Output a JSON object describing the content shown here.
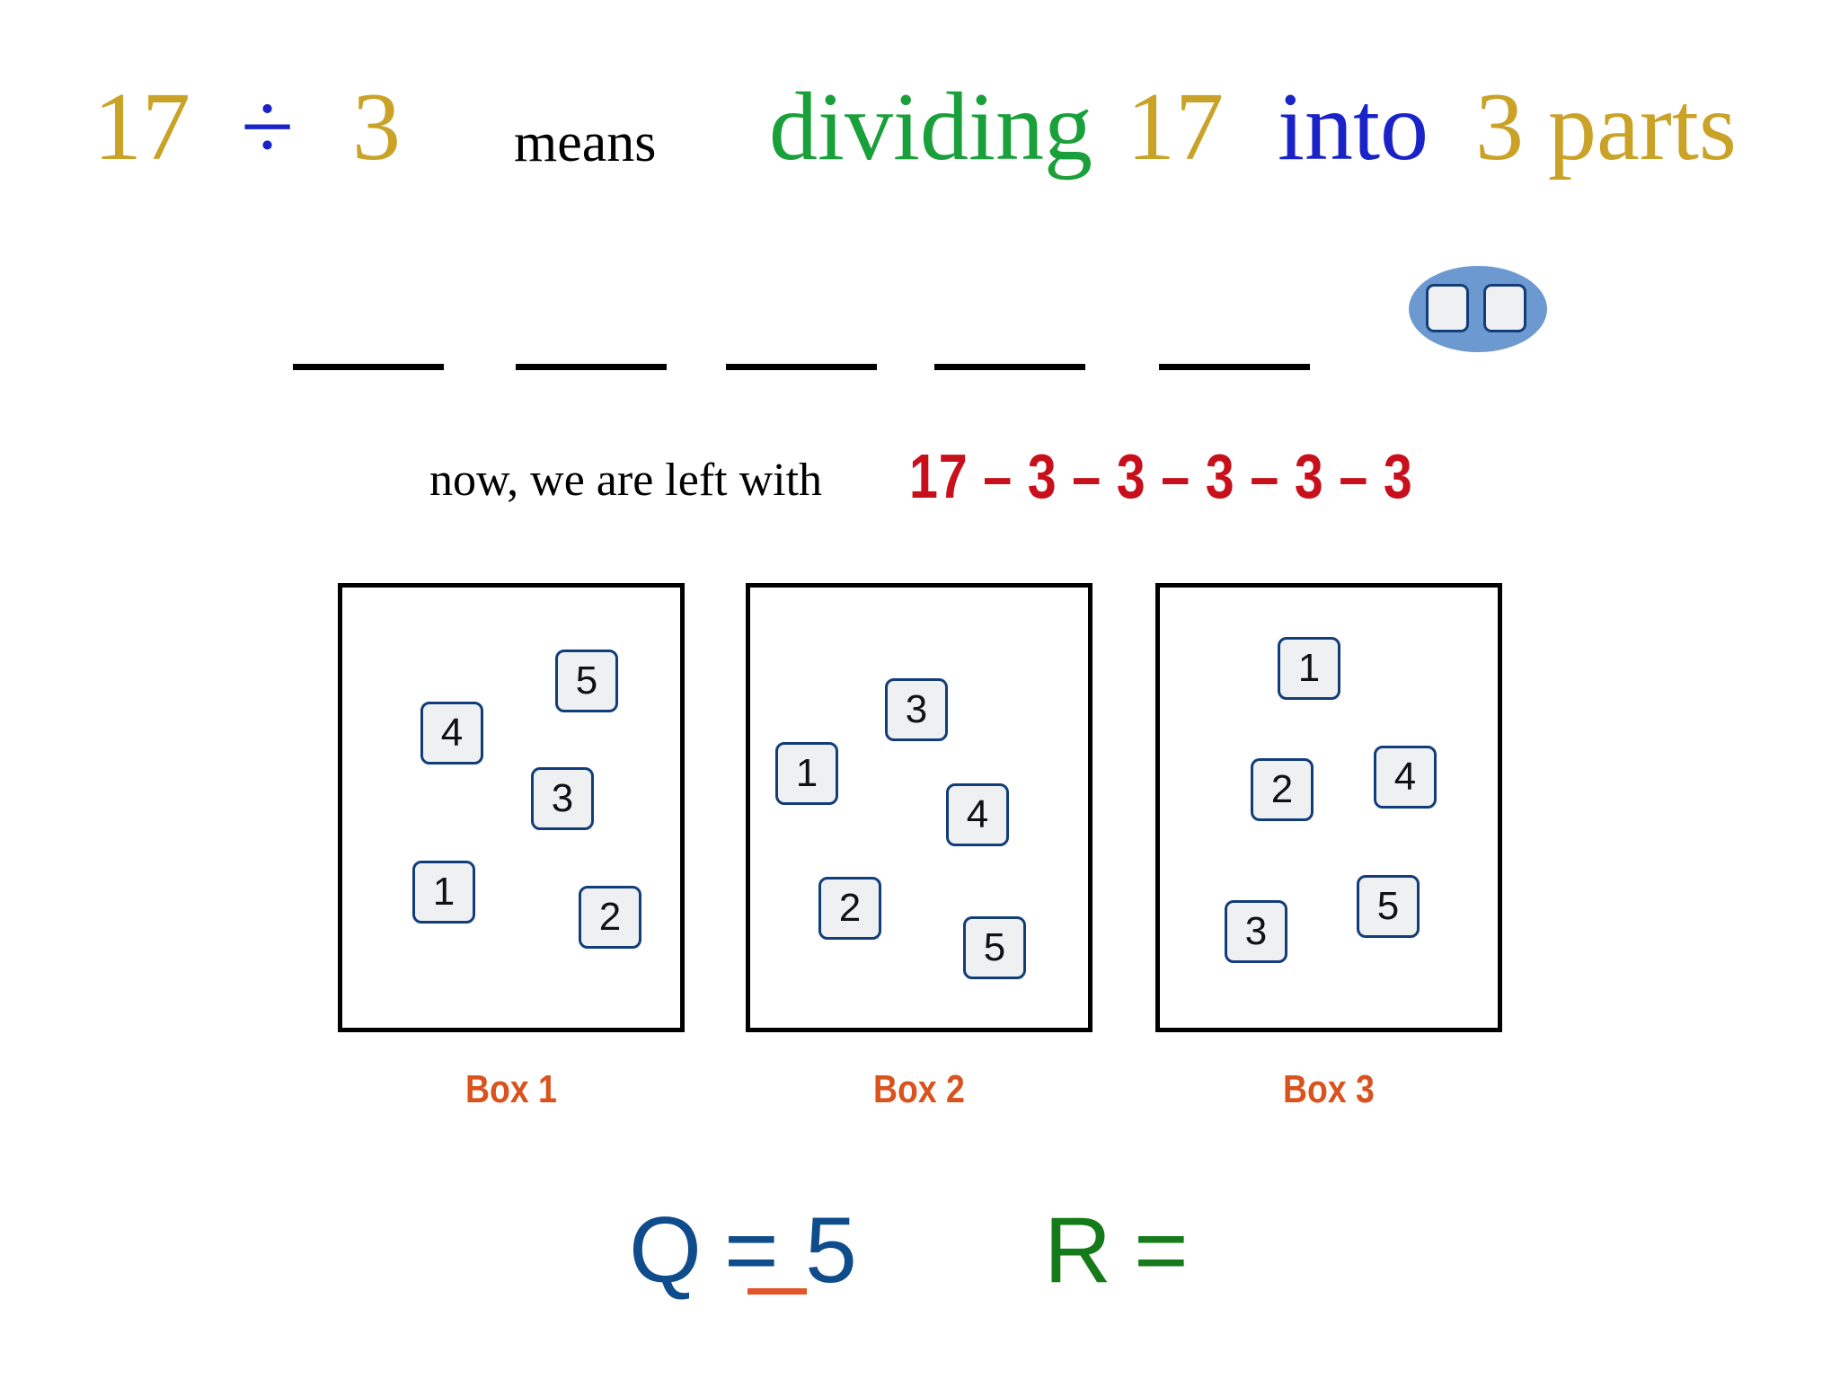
{
  "header": {
    "dividend": "17",
    "operator": "÷",
    "divisor": "3",
    "means": "means",
    "dividing": "dividing",
    "number": "17",
    "into": "into",
    "parts": "3 parts"
  },
  "blanks": [
    "",
    "",
    "",
    "",
    ""
  ],
  "sentence": {
    "text": "now, we are left with",
    "subtraction": "17 – 3 – 3 – 3 – 3 – 3"
  },
  "boxes": [
    {
      "label": "Box 1",
      "tiles": [
        "5",
        "4",
        "3",
        "1",
        "2"
      ]
    },
    {
      "label": "Box 2",
      "tiles": [
        "3",
        "1",
        "4",
        "2",
        "5"
      ]
    },
    {
      "label": "Box 3",
      "tiles": [
        "1",
        "2",
        "4",
        "3",
        "5"
      ]
    }
  ],
  "remainder_tiles": 2,
  "result": {
    "q_label": "Q",
    "q_equals": "=",
    "q_value": "5",
    "r_label": "R",
    "r_equals": "="
  },
  "colors": {
    "gold": "#c9a227",
    "blue_operator": "#1a23c8",
    "green": "#1aa03a",
    "red": "#c8101c",
    "orange_label": "#d9531e",
    "q_blue": "#0f4c8c",
    "r_green": "#157a1a"
  }
}
